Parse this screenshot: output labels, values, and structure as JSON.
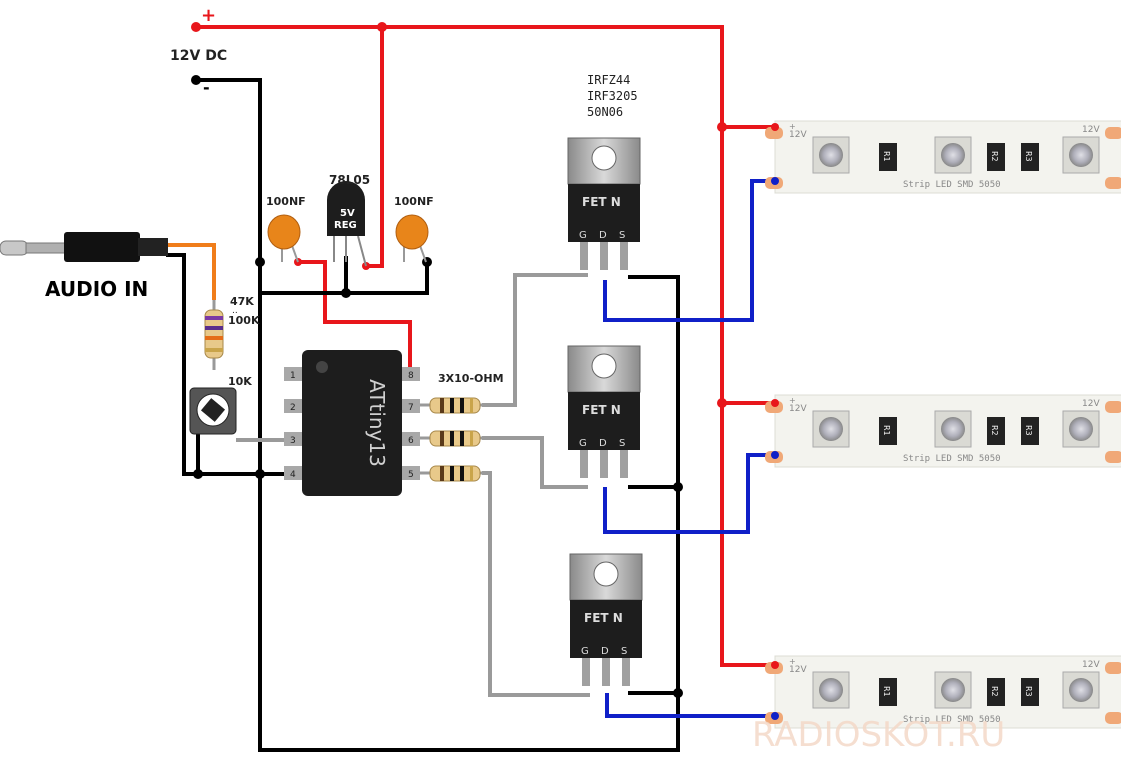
{
  "power": {
    "plus_sign": "+",
    "minus_sign": "-",
    "supply_label": "12V DC"
  },
  "audio": {
    "label": "AUDIO IN"
  },
  "resistor_input": {
    "label_top": "47K",
    "label_sep": "..",
    "label_bottom": "100K"
  },
  "trimmer": {
    "label": "10K"
  },
  "capacitors": {
    "left_label": "100NF",
    "right_label": "100NF"
  },
  "regulator": {
    "part_label": "78L05",
    "body_line1": "5V",
    "body_line2": "REG"
  },
  "mcu": {
    "name": "ATtiny13",
    "pins_left": [
      "1",
      "2",
      "3",
      "4"
    ],
    "pins_right": [
      "8",
      "7",
      "6",
      "5"
    ]
  },
  "gate_resistors": {
    "label": "3X10-OHM"
  },
  "mosfet": {
    "part_list": [
      "IRFZ44",
      "IRF3205",
      "50N06"
    ],
    "body_label": "FET N",
    "pins": [
      "G",
      "D",
      "S"
    ]
  },
  "led_strip": {
    "label": "Strip LED SMD 5050",
    "voltage": "12V",
    "voltage_right": "12V",
    "res1": "R1",
    "res2": "R2",
    "res3": "R3",
    "plus": "+"
  },
  "watermark": {
    "text": "RADIOSKOT.RU"
  },
  "colors": {
    "positive_wire": "#e8161b",
    "ground_wire": "#000000",
    "gate_wire": "#9a9a9a",
    "drain_wire": "#1020c8",
    "audio_wire": "#f07d1a",
    "capacitor": "#e8851a",
    "strip": "#f3f3ee",
    "pad": "#f0a877"
  }
}
